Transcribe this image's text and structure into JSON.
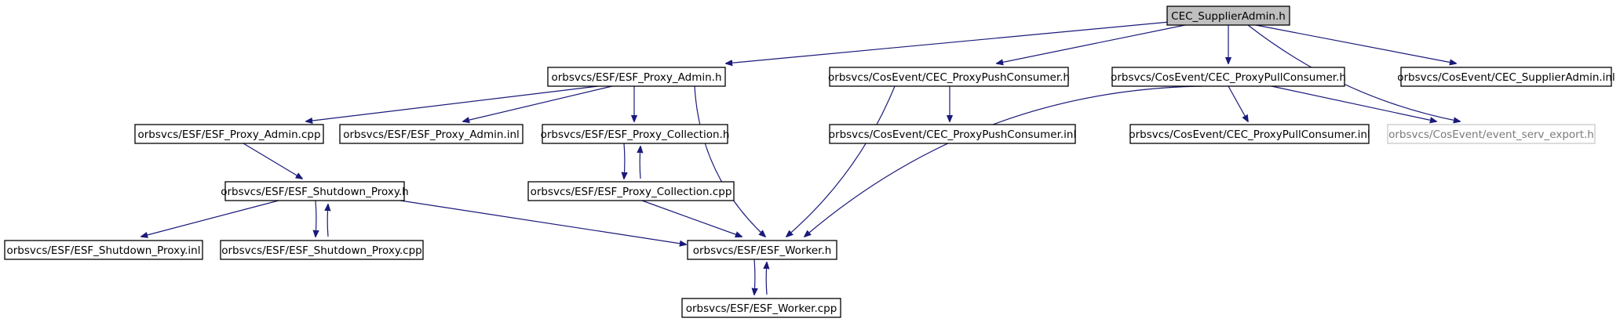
{
  "graph": {
    "nodes": [
      {
        "id": "root",
        "label": "CEC_SupplierAdmin.h",
        "style": "root"
      },
      {
        "id": "pa_h",
        "label": "orbsvcs/ESF/ESF_Proxy_Admin.h",
        "style": "normal"
      },
      {
        "id": "ppush_h",
        "label": "orbsvcs/CosEvent/CEC_ProxyPushConsumer.h",
        "style": "normal"
      },
      {
        "id": "ppull_h",
        "label": "orbsvcs/CosEvent/CEC_ProxyPullConsumer.h",
        "style": "normal"
      },
      {
        "id": "sa_inl",
        "label": "orbsvcs/CosEvent/CEC_SupplierAdmin.inl",
        "style": "normal"
      },
      {
        "id": "pa_cpp",
        "label": "orbsvcs/ESF/ESF_Proxy_Admin.cpp",
        "style": "normal"
      },
      {
        "id": "pa_inl",
        "label": "orbsvcs/ESF/ESF_Proxy_Admin.inl",
        "style": "normal"
      },
      {
        "id": "pc_h",
        "label": "orbsvcs/ESF/ESF_Proxy_Collection.h",
        "style": "normal"
      },
      {
        "id": "ppush_inl",
        "label": "orbsvcs/CosEvent/CEC_ProxyPushConsumer.inl",
        "style": "normal"
      },
      {
        "id": "ppull_inl",
        "label": "orbsvcs/CosEvent/CEC_ProxyPullConsumer.inl",
        "style": "normal"
      },
      {
        "id": "export_h",
        "label": "orbsvcs/CosEvent/event_serv_export.h",
        "style": "ghost"
      },
      {
        "id": "sp_h",
        "label": "orbsvcs/ESF/ESF_Shutdown_Proxy.h",
        "style": "normal"
      },
      {
        "id": "pc_cpp",
        "label": "orbsvcs/ESF/ESF_Proxy_Collection.cpp",
        "style": "normal"
      },
      {
        "id": "sp_inl",
        "label": "orbsvcs/ESF/ESF_Shutdown_Proxy.inl",
        "style": "normal"
      },
      {
        "id": "sp_cpp",
        "label": "orbsvcs/ESF/ESF_Shutdown_Proxy.cpp",
        "style": "normal"
      },
      {
        "id": "w_h",
        "label": "orbsvcs/ESF/ESF_Worker.h",
        "style": "normal"
      },
      {
        "id": "w_cpp",
        "label": "orbsvcs/ESF/ESF_Worker.cpp",
        "style": "normal"
      }
    ],
    "edges": [
      [
        "root",
        "pa_h"
      ],
      [
        "root",
        "ppush_h"
      ],
      [
        "root",
        "ppull_h"
      ],
      [
        "root",
        "sa_inl"
      ],
      [
        "root",
        "export_h"
      ],
      [
        "pa_h",
        "pa_cpp"
      ],
      [
        "pa_h",
        "pa_inl"
      ],
      [
        "pa_h",
        "pc_h"
      ],
      [
        "pa_h",
        "w_h"
      ],
      [
        "ppush_h",
        "ppush_inl"
      ],
      [
        "ppush_h",
        "w_h"
      ],
      [
        "ppull_h",
        "ppull_inl"
      ],
      [
        "ppull_h",
        "export_h"
      ],
      [
        "ppull_h",
        "w_h"
      ],
      [
        "pa_cpp",
        "sp_h"
      ],
      [
        "pc_h",
        "pc_cpp"
      ],
      [
        "pc_cpp",
        "pc_h"
      ],
      [
        "pc_cpp",
        "w_h"
      ],
      [
        "sp_h",
        "sp_inl"
      ],
      [
        "sp_h",
        "sp_cpp"
      ],
      [
        "sp_cpp",
        "sp_h"
      ],
      [
        "sp_h",
        "w_h"
      ],
      [
        "w_h",
        "w_cpp"
      ],
      [
        "w_cpp",
        "w_h"
      ]
    ],
    "colors": {
      "edge": "#1a1a7a",
      "root_fill": "#bfbfbf",
      "ghost_border": "#c8c8c8"
    }
  }
}
